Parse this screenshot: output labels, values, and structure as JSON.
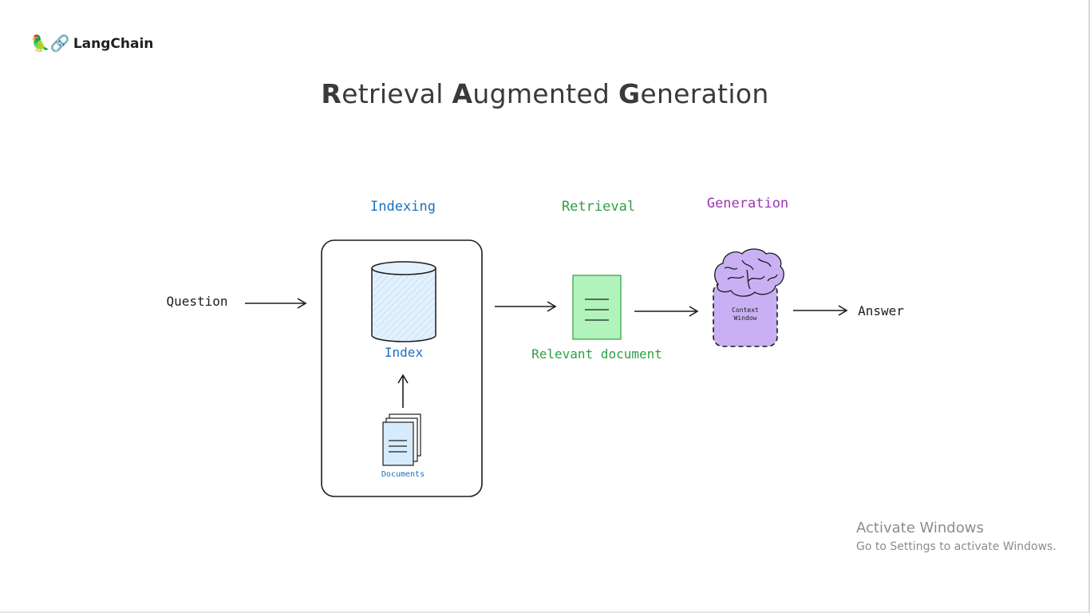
{
  "logo": {
    "icons": "🦜🔗",
    "text": "LangChain"
  },
  "title": {
    "r_initial": "R",
    "r_rest": "etrieval ",
    "a_initial": "A",
    "a_rest": "ugmented ",
    "g_initial": "G",
    "g_rest": "eneration"
  },
  "stages": {
    "indexing": "Indexing",
    "retrieval": "Retrieval",
    "generation": "Generation"
  },
  "nodes": {
    "question": "Question",
    "index": "Index",
    "documents": "Documents",
    "relevant_document": "Relevant document",
    "context_window_line1": "Context",
    "context_window_line2": "Window",
    "answer": "Answer"
  },
  "colors": {
    "indexing": "#1d6fbd",
    "retrieval": "#2f9e44",
    "generation": "#9c36b5",
    "db_fill": "#dbeefd",
    "doc_fill": "#b2f2bb",
    "brain_fill": "#c9b0f4",
    "context_fill": "#c9b0f4"
  },
  "watermark": {
    "line1": "Activate Windows",
    "line2": "Go to Settings to activate Windows."
  }
}
